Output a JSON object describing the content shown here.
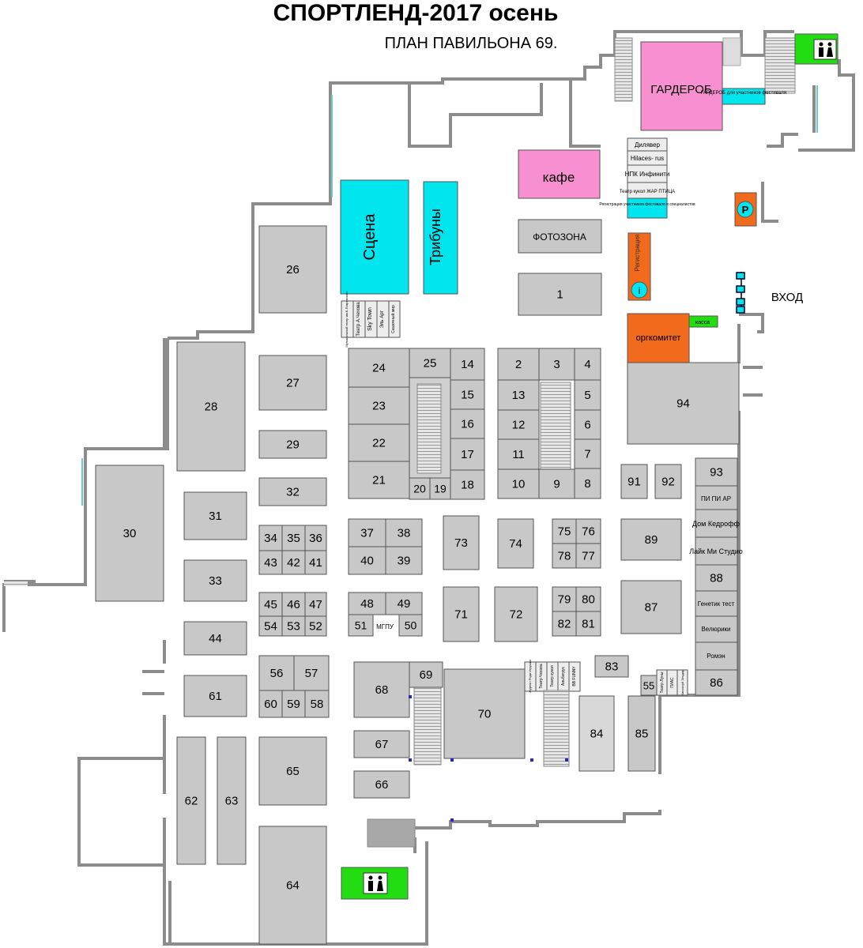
{
  "header": {
    "title": "СПОРТЛЕНД-2017 осень",
    "subtitle": "ПЛАН ПАВИЛЬОНА 69."
  },
  "colors": {
    "booth": "#c8c8c8",
    "booth_border": "#555555",
    "wall": "#8c8c8c",
    "stage": "#00e5ee",
    "cafe": "#f78fd0",
    "orgcommittee": "#f26a1b",
    "wc": "#22dd11",
    "escalator": "#bdbdbd"
  },
  "zones": {
    "wardrobe": "ГАРДЕРОБ",
    "wardrobe_participants": "ГАРДЕРОБ для участников фестиваля",
    "cafe": "кафе",
    "stage": "Сцена",
    "tribunes": "Трибуны",
    "photozone": "ФОТОЗОНА",
    "registration": "Регистрация",
    "registration_info": "i",
    "registration_participants": "Регистрация участников фестиваля и специалистов",
    "orgcommittee": "оргкомитет",
    "cashier": "касса",
    "entrance": "ВХОД",
    "parking": "P",
    "mgpu": "МГПУ",
    "wc_icon": "wc-icon"
  },
  "small_booths": {
    "top_list": [
      "Дилявер",
      "Hilaces- rus",
      "НПК Инфинити",
      "Театр кукол ЖАР ПТИЦА"
    ],
    "right_column": [
      "ПИ ПИ АР",
      "Дом Кедрофф",
      "Лайк Ми Студио",
      "Генетик тест",
      "Велюрики",
      "Ромэн"
    ],
    "stage_side": [
      "Музыкальный театр им.Б.Покровского",
      "Театр А.Чехова",
      "Sky Town",
      "Эль Арт",
      "Сказочный мир"
    ],
    "center_top": [
      "Журнал Роди Игрушки",
      "Театр Чехова",
      "Театр кукол",
      "Альбигрус",
      "BB FUNNY"
    ],
    "near_86": [
      "Театр Луны",
      "ГИАС",
      "Кинохлуб Эльдар"
    ]
  },
  "booth_numbers": [
    "1",
    "2",
    "3",
    "4",
    "5",
    "6",
    "7",
    "8",
    "9",
    "10",
    "11",
    "12",
    "13",
    "14",
    "15",
    "16",
    "17",
    "18",
    "19",
    "20",
    "21",
    "22",
    "23",
    "24",
    "25",
    "26",
    "27",
    "28",
    "29",
    "30",
    "31",
    "32",
    "33",
    "34",
    "35",
    "36",
    "37",
    "38",
    "39",
    "40",
    "41",
    "42",
    "43",
    "44",
    "45",
    "46",
    "47",
    "48",
    "49",
    "50",
    "51",
    "52",
    "53",
    "54",
    "55",
    "56",
    "57",
    "58",
    "59",
    "60",
    "61",
    "62",
    "63",
    "64",
    "65",
    "66",
    "67",
    "68",
    "69",
    "70",
    "71",
    "72",
    "73",
    "74",
    "75",
    "76",
    "77",
    "78",
    "79",
    "80",
    "81",
    "82",
    "83",
    "84",
    "85",
    "86",
    "87",
    "88",
    "89",
    "91",
    "92",
    "93",
    "94"
  ]
}
